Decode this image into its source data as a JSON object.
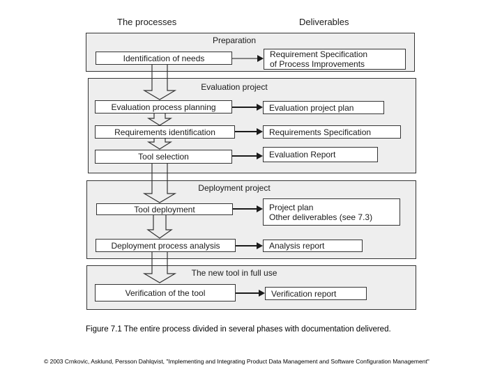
{
  "slide": {
    "column_headers": {
      "processes": "The processes",
      "deliverables": "Deliverables"
    },
    "phases": [
      {
        "title": "Preparation",
        "rows": [
          {
            "process": "Identification of needs",
            "deliverable": "Requirement Specification\nof Process Improvements"
          }
        ]
      },
      {
        "title": "Evaluation project",
        "rows": [
          {
            "process": "Evaluation process planning",
            "deliverable": "Evaluation project plan"
          },
          {
            "process": "Requirements identification",
            "deliverable": "Requirements Specification"
          },
          {
            "process": "Tool selection",
            "deliverable": "Evaluation Report"
          }
        ]
      },
      {
        "title": "Deployment project",
        "rows": [
          {
            "process": "Tool deployment",
            "deliverable": "Project plan\nOther deliverables (see 7.3)"
          },
          {
            "process": "Deployment process analysis",
            "deliverable": "Analysis report"
          }
        ]
      },
      {
        "title": "The new tool in full use",
        "rows": [
          {
            "process": "Verification of the tool",
            "deliverable": "Verification report"
          }
        ]
      }
    ],
    "caption": "Figure 7.1 The entire process divided in several phases with documentation delivered.",
    "copyright": "© 2003 Crnkovic, Asklund, Persson Dahlqvist, \"Implementing and Integrating Product Data Management and Software Configuration Management\"",
    "colors": {
      "phase_background": "#eeeeee",
      "line": "#333333",
      "box_background": "#ffffff"
    }
  }
}
